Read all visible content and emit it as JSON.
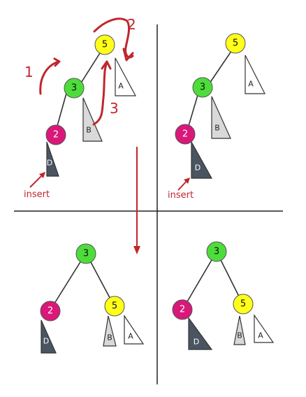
{
  "colors": {
    "node_5": "#ffff1a",
    "node_3": "#4ddd3a",
    "node_2": "#d9187a",
    "subtree_light": "#d9d9d9",
    "subtree_white": "#ffffff",
    "subtree_dark": "#4a5561",
    "annotation": "#c0262d"
  },
  "nodes": {
    "five": "5",
    "three": "3",
    "two": "2"
  },
  "subtrees": {
    "a": "A",
    "b": "B",
    "d": "D"
  },
  "annotations": {
    "insert": "insert",
    "step_1": "1",
    "step_2": "2",
    "step_3": "3"
  }
}
